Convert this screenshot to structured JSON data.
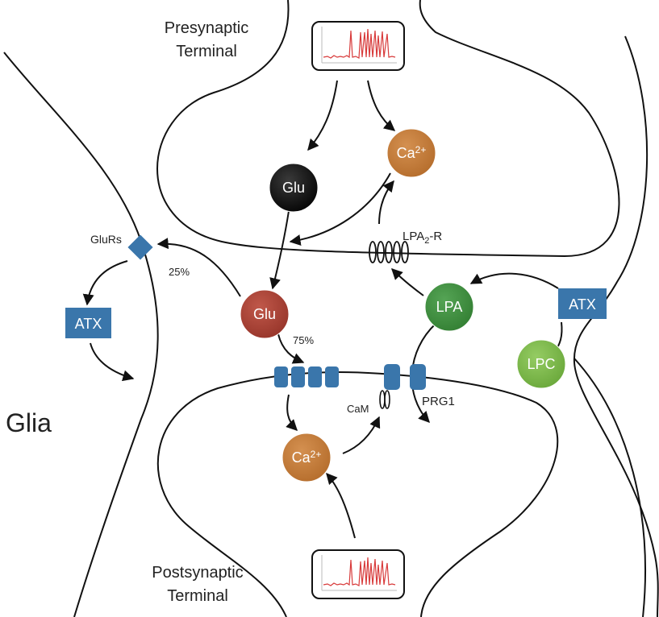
{
  "labels": {
    "presynaptic_line1": "Presynaptic",
    "presynaptic_line2": "Terminal",
    "postsynaptic_line1": "Postsynaptic",
    "postsynaptic_line2": "Terminal",
    "glia": "Glia",
    "glurs": "GluRs",
    "pct_25": "25%",
    "pct_75": "75%",
    "lpa2r_prefix": "LPA",
    "lpa2r_sub": "2",
    "lpa2r_suffix": "-R",
    "cam": "CaM",
    "prg1": "PRG1"
  },
  "nodes": {
    "glu_pre": "Glu",
    "glu_cleft": "Glu",
    "ca_pre_base": "Ca",
    "ca_pre_sup": "2+",
    "ca_post_base": "Ca",
    "ca_post_sup": "2+",
    "lpa": "LPA",
    "lpc": "LPC",
    "atx_left": "ATX",
    "atx_right": "ATX"
  },
  "colors": {
    "glu_pre": "#0a0a0a",
    "glu_cleft": "#a9402f",
    "calcium": "#c47a35",
    "lpa": "#3e8e3e",
    "lpc": "#7bb947",
    "atx": "#3a76ab",
    "receptor": "#3a76ab",
    "spike_trace": "#d83a3a"
  },
  "icons": {
    "presynaptic_trace": "action-potential-trace-icon",
    "postsynaptic_trace": "action-potential-trace-icon"
  }
}
